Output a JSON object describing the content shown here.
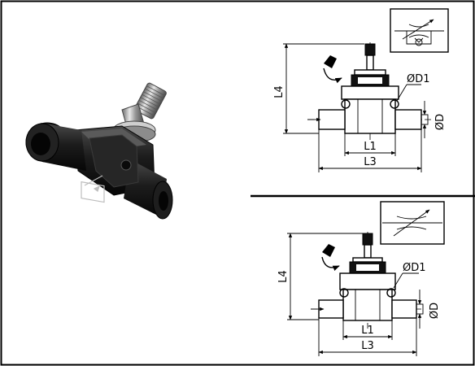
{
  "drawings": {
    "top": {
      "labels": {
        "height": "L4",
        "port_dia": "ØD1",
        "tube_dia": "ØD",
        "body_len": "L1",
        "total_len": "L3"
      }
    },
    "bottom": {
      "labels": {
        "height": "L4",
        "port_dia": "ØD1",
        "tube_dia": "ØD",
        "body_len": "L1",
        "total_len": "L3"
      }
    }
  },
  "symbols": [
    "flow-control-valve-with-check-symbol",
    "throttle-valve-symbol"
  ]
}
